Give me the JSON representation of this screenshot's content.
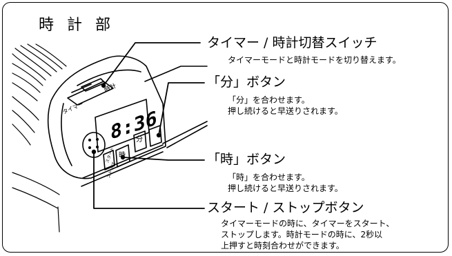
{
  "title": "時 計 部",
  "callouts": [
    {
      "heading": "タイマー / 時計切替スイッチ",
      "desc": "タイマーモードと時計モードを切り替えます。"
    },
    {
      "heading": "「分」ボタン",
      "desc": "「分」を合わせます。\n押し続けると早送りされます。"
    },
    {
      "heading": "「時」ボタン",
      "desc": "「時」を合わせます。\n押し続けると早送りされます。"
    },
    {
      "heading": "スタート / ストップボタン",
      "desc": "タイマーモードの時に、タイマーをスタート、\nストップします。時計モードの時に、2秒以\n上押すと時刻合わせができます。"
    }
  ],
  "device": {
    "display_time": "8:36",
    "switch_label_clock": "時計",
    "switch_label_timer": "タイマー",
    "button_hour": "時",
    "button_minute": "分",
    "small_label_start": "スタート",
    "small_label_stop": "ストップ"
  }
}
